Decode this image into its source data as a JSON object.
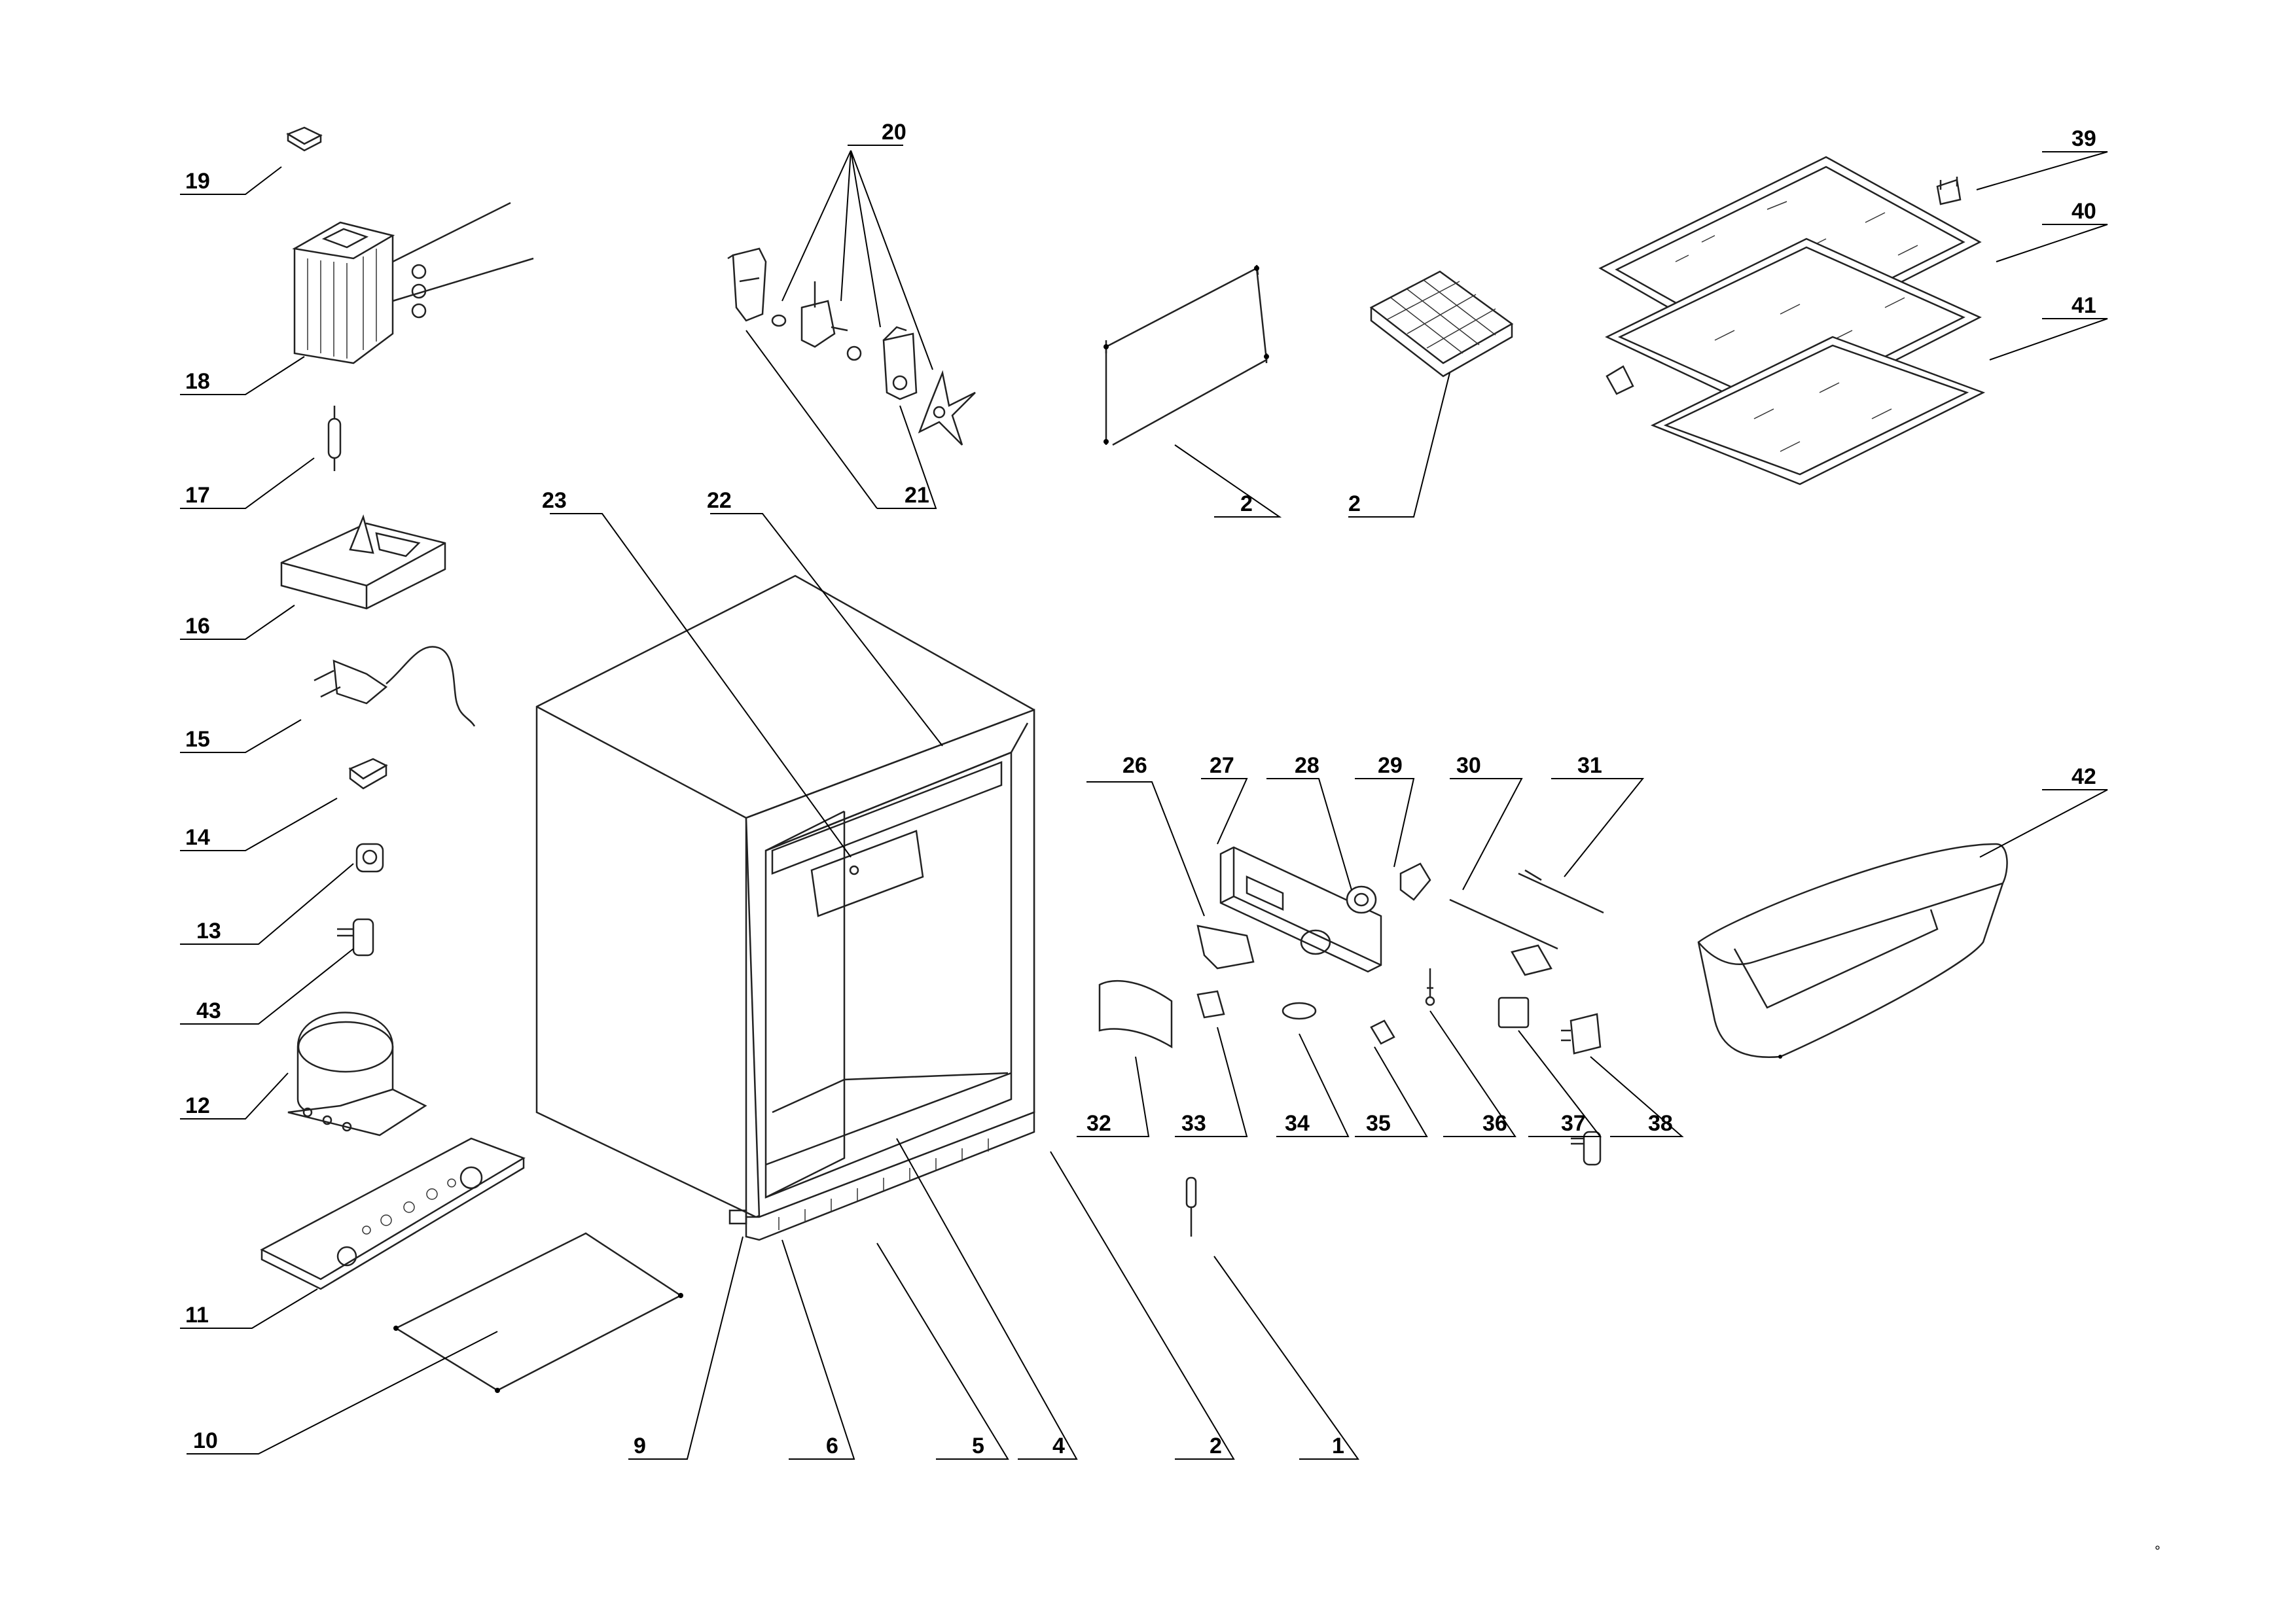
{
  "callouts": [
    {
      "id": "c19",
      "text": "19"
    },
    {
      "id": "c18",
      "text": "18"
    },
    {
      "id": "c17",
      "text": "17"
    },
    {
      "id": "c16",
      "text": "16"
    },
    {
      "id": "c15",
      "text": "15"
    },
    {
      "id": "c14",
      "text": "14"
    },
    {
      "id": "c13",
      "text": "13"
    },
    {
      "id": "c43",
      "text": "43"
    },
    {
      "id": "c12",
      "text": "12"
    },
    {
      "id": "c11",
      "text": "11"
    },
    {
      "id": "c10",
      "text": "10"
    },
    {
      "id": "c9",
      "text": "9"
    },
    {
      "id": "c6",
      "text": "6"
    },
    {
      "id": "c5",
      "text": "5"
    },
    {
      "id": "c4",
      "text": "4"
    },
    {
      "id": "c2a",
      "text": "2"
    },
    {
      "id": "c1",
      "text": "1"
    },
    {
      "id": "c20",
      "text": "20"
    },
    {
      "id": "c21",
      "text": "21"
    },
    {
      "id": "c23",
      "text": "23"
    },
    {
      "id": "c22",
      "text": "22"
    },
    {
      "id": "c2b",
      "text": "2"
    },
    {
      "id": "c2c",
      "text": "2"
    },
    {
      "id": "c39",
      "text": "39"
    },
    {
      "id": "c40",
      "text": "40"
    },
    {
      "id": "c41",
      "text": "41"
    },
    {
      "id": "c26",
      "text": "26"
    },
    {
      "id": "c27",
      "text": "27"
    },
    {
      "id": "c28",
      "text": "28"
    },
    {
      "id": "c29",
      "text": "29"
    },
    {
      "id": "c30",
      "text": "30"
    },
    {
      "id": "c31",
      "text": "31"
    },
    {
      "id": "c42",
      "text": "42"
    },
    {
      "id": "c32",
      "text": "32"
    },
    {
      "id": "c33",
      "text": "33"
    },
    {
      "id": "c34",
      "text": "34"
    },
    {
      "id": "c35",
      "text": "35"
    },
    {
      "id": "c36",
      "text": "36"
    },
    {
      "id": "c37",
      "text": "37"
    },
    {
      "id": "c38",
      "text": "38"
    }
  ],
  "corner_mark": "°"
}
